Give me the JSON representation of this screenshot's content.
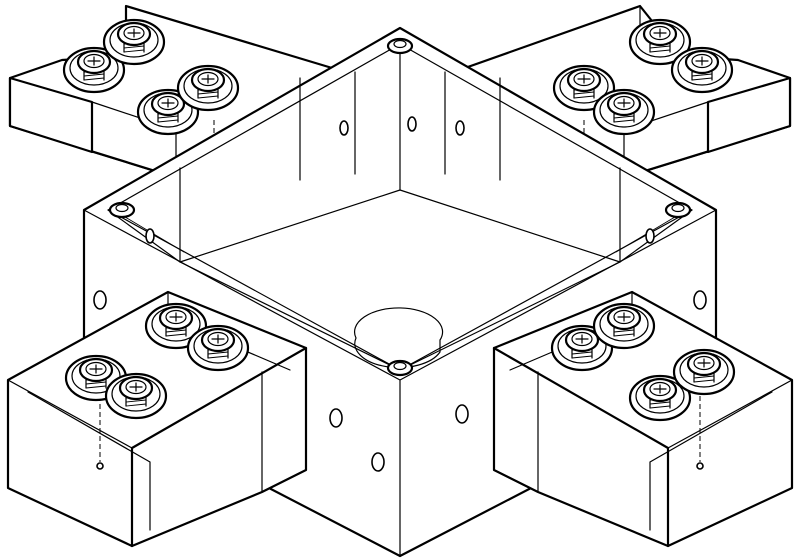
{
  "figure": {
    "kind": "cross-shaped cable tray junction box, isometric line drawing",
    "arms": 4,
    "screws_per_arm": 4,
    "line_color": "#000000",
    "background": "#ffffff"
  }
}
